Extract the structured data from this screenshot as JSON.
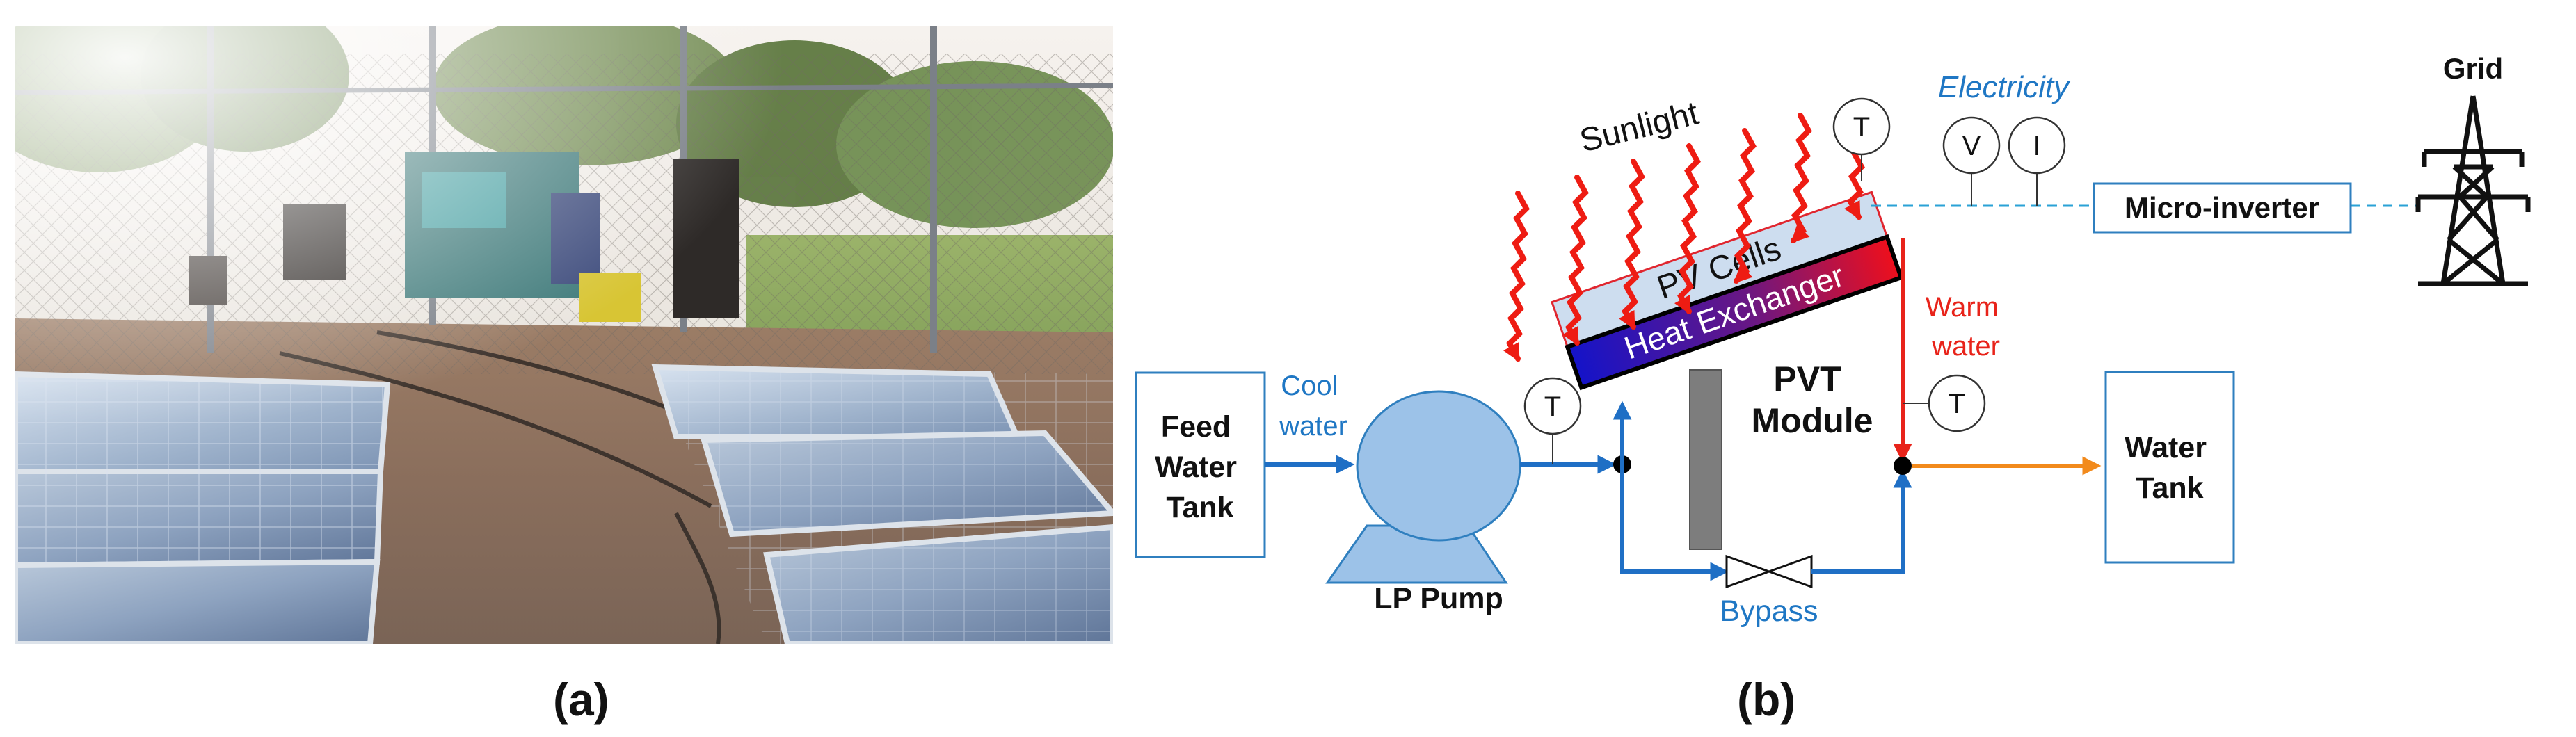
{
  "panels": {
    "a": {
      "label": "(a)",
      "content": "photo"
    },
    "b": {
      "label": "(b)",
      "content": "schematic"
    }
  },
  "schematic": {
    "feed_tank": {
      "lines": [
        "Feed",
        "Water",
        "Tank"
      ]
    },
    "cool_water": {
      "lines": [
        "Cool",
        "water"
      ]
    },
    "pump": {
      "label": "LP Pump"
    },
    "sunlight": {
      "label": "Sunlight"
    },
    "electricity": {
      "label": "Electricity"
    },
    "pv_cells": {
      "label": "PV Cells"
    },
    "heat_exchanger": {
      "label": "Heat Exchanger"
    },
    "pvt_module": {
      "lines": [
        "PVT",
        "Module"
      ]
    },
    "warm_water": {
      "lines": [
        "Warm",
        "water"
      ]
    },
    "water_tank": {
      "lines": [
        "Water",
        "Tank"
      ]
    },
    "bypass": {
      "label": "Bypass"
    },
    "micro_inverter": {
      "label": "Micro-inverter"
    },
    "grid": {
      "label": "Grid"
    },
    "sensors": {
      "temperature": "T",
      "voltage": "V",
      "current": "I"
    }
  },
  "colors": {
    "water_line": "#1f6fc5",
    "cool_label": "#1f77c4",
    "warm_line": "#e8231a",
    "outlet_line": "#f28a1c",
    "sun_ray": "#ee1c13",
    "electric_dash": "#2aa2d6",
    "box_border": "#2f7fbf",
    "pump_fill": "#9cc2e8",
    "pv_fill": "#cdddef",
    "post": "#7d7d7d"
  }
}
